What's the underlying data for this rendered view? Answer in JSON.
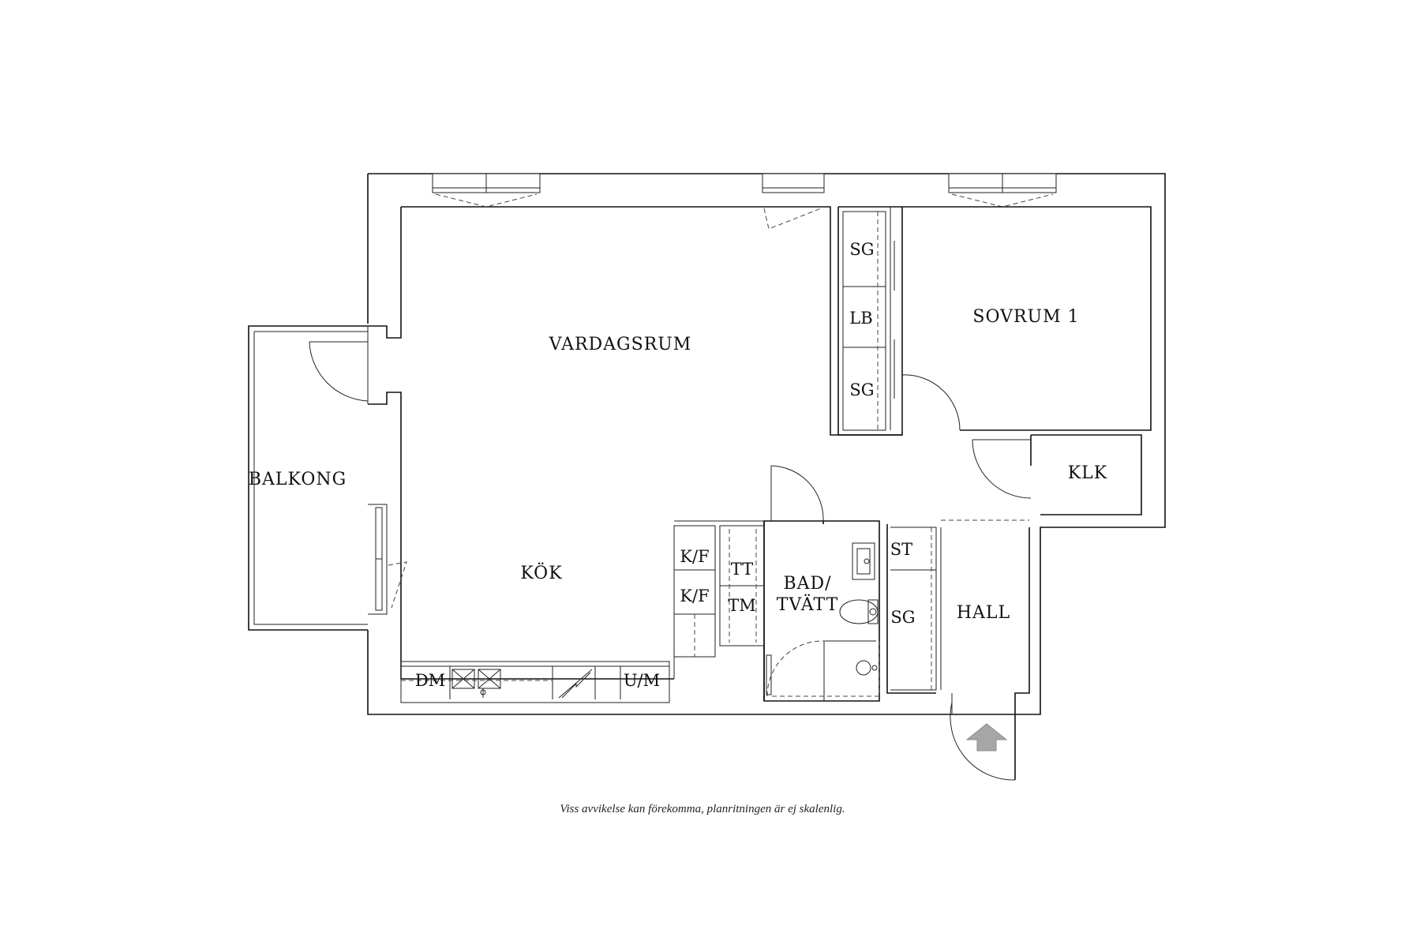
{
  "rooms": {
    "vardagsrum": "VARDAGSRUM",
    "sovrum": "SOVRUM 1",
    "balkong": "BALKONG",
    "kok": "KÖK",
    "klk": "KLK",
    "hall": "HALL",
    "bad_line1": "BAD/",
    "bad_line2": "TVÄTT"
  },
  "fixtures": {
    "sg_top": "SG",
    "lb": "LB",
    "sg_mid": "SG",
    "kf_top": "K/F",
    "kf_bottom": "K/F",
    "tt": "TT",
    "tm": "TM",
    "st": "ST",
    "sg_hall": "SG",
    "dm": "DM",
    "um": "U/M"
  },
  "footer_note": "Viss avvikelse kan förekomma, planritningen är ej skalenlig.",
  "icons": {
    "entrance": "entrance-arrow-icon"
  },
  "colors": {
    "line": "#111111",
    "background": "#ffffff",
    "entrance_arrow": "#a6a6a6"
  }
}
